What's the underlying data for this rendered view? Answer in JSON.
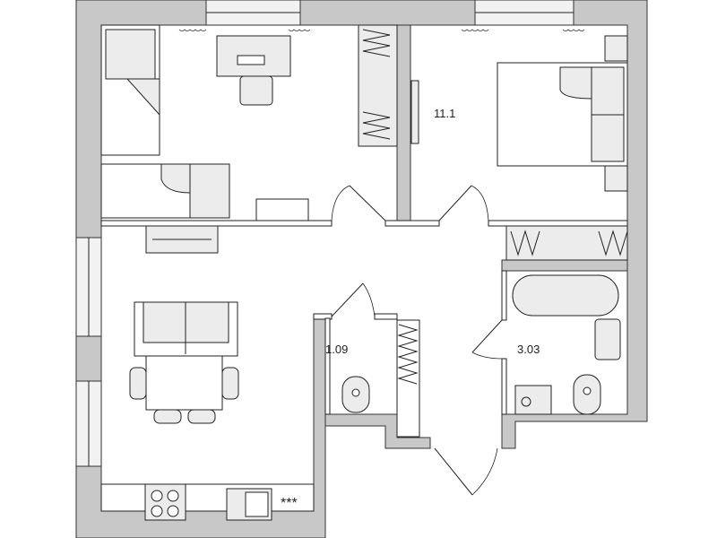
{
  "plan": {
    "rooms": [
      {
        "id": "bedroom",
        "area_label": "11.1"
      },
      {
        "id": "wc",
        "area_label": "1.09"
      },
      {
        "id": "bathroom",
        "area_label": "3.03"
      }
    ],
    "colors": {
      "wall": "#c8c8c8",
      "furniture": "#ececec",
      "line": "#222222"
    },
    "fridge_symbol": "***"
  }
}
